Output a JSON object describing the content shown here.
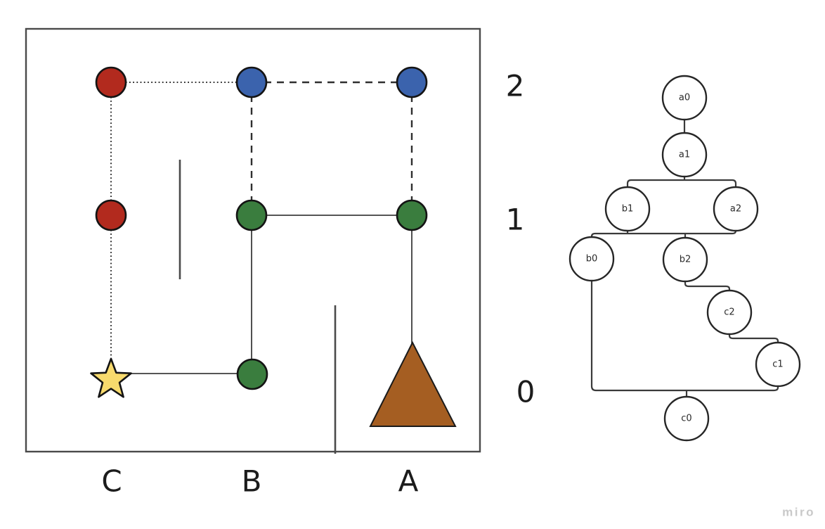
{
  "canvas": {
    "background": "#ffffff"
  },
  "colors": {
    "red": "#b22a1e",
    "blue": "#3b63ad",
    "green": "#3a7d3e",
    "yellow": "#f7da6d",
    "brown": "#a55e22",
    "node_fill": "#ffffff",
    "line": "#3d3d3d",
    "border": "#4a4a4a",
    "watermark": "#c9c9c9"
  },
  "grid": {
    "row_labels": [
      "2",
      "1",
      "0"
    ],
    "column_labels": [
      "C",
      "B",
      "A"
    ],
    "tokens": [
      {
        "shape": "circle",
        "color": "red",
        "column": "C",
        "row": 2
      },
      {
        "shape": "circle",
        "color": "blue",
        "column": "B",
        "row": 2
      },
      {
        "shape": "circle",
        "color": "blue",
        "column": "A",
        "row": 2
      },
      {
        "shape": "circle",
        "color": "red",
        "column": "C",
        "row": 1
      },
      {
        "shape": "circle",
        "color": "green",
        "column": "B",
        "row": 1
      },
      {
        "shape": "circle",
        "color": "green",
        "column": "A",
        "row": 1
      },
      {
        "shape": "star",
        "color": "yellow",
        "column": "C",
        "row": 0
      },
      {
        "shape": "circle",
        "color": "green",
        "column": "B",
        "row": 0
      },
      {
        "shape": "triangle",
        "color": "brown",
        "column": "A",
        "row": 0
      }
    ],
    "edges": [
      {
        "from": "C2",
        "to": "B2",
        "style": "dotted"
      },
      {
        "from": "B2",
        "to": "A2",
        "style": "dashed"
      },
      {
        "from": "C2",
        "to": "C1",
        "style": "dotted"
      },
      {
        "from": "C1",
        "to": "C0",
        "style": "dotted"
      },
      {
        "from": "B2",
        "to": "B1",
        "style": "dashed"
      },
      {
        "from": "A2",
        "to": "A1",
        "style": "dashed"
      },
      {
        "from": "B1",
        "to": "A1",
        "style": "solid"
      },
      {
        "from": "B1",
        "to": "B0",
        "style": "solid"
      },
      {
        "from": "A1",
        "to": "A0",
        "style": "solid"
      },
      {
        "from": "C0",
        "to": "B0",
        "style": "solid"
      }
    ],
    "walls": [
      {
        "between_columns": "C-B",
        "span_rows": "1-2"
      },
      {
        "between_columns": "B-A",
        "span_rows": "0"
      }
    ]
  },
  "tree": {
    "nodes": [
      {
        "label": "a0"
      },
      {
        "label": "a1"
      },
      {
        "label": "b1"
      },
      {
        "label": "a2"
      },
      {
        "label": "b0"
      },
      {
        "label": "b2"
      },
      {
        "label": "c2"
      },
      {
        "label": "c1"
      },
      {
        "label": "c0"
      }
    ],
    "edges": [
      [
        "a0",
        "a1"
      ],
      [
        "a1",
        "b1"
      ],
      [
        "a1",
        "a2"
      ],
      [
        "b1",
        "b0"
      ],
      [
        "b1",
        "b2"
      ],
      [
        "a2",
        "b2"
      ],
      [
        "b2",
        "c2"
      ],
      [
        "c2",
        "c1"
      ],
      [
        "b0",
        "c0"
      ],
      [
        "c1",
        "c0"
      ]
    ]
  },
  "watermark": {
    "text": "miro"
  }
}
